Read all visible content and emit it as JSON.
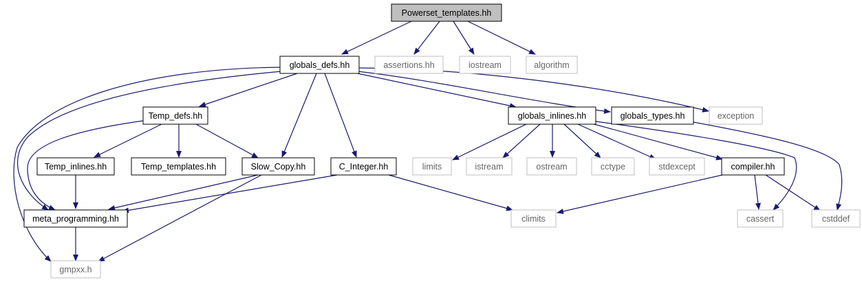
{
  "graph": {
    "title": "Powerset_templates.hh",
    "colors": {
      "edge": "#191970",
      "root_fill": "#bfbfbf",
      "node_border": "#000000",
      "external_border": "#bfbfbf",
      "external_text": "#666666"
    },
    "nodes": {
      "powerset_templates": "Powerset_templates.hh",
      "globals_defs": "globals_defs.hh",
      "assertions": "assertions.hh",
      "iostream": "iostream",
      "algorithm": "algorithm",
      "temp_defs": "Temp_defs.hh",
      "globals_inlines": "globals_inlines.hh",
      "globals_types": "globals_types.hh",
      "exception": "exception",
      "temp_inlines": "Temp_inlines.hh",
      "temp_templates": "Temp_templates.hh",
      "slow_copy": "Slow_Copy.hh",
      "c_integer": "C_Integer.hh",
      "limits": "limits",
      "istream": "istream",
      "ostream": "ostream",
      "cctype": "cctype",
      "stdexcept": "stdexcept",
      "compiler": "compiler.hh",
      "meta_programming": "meta_programming.hh",
      "climits": "climits",
      "cassert": "cassert",
      "cstddef": "cstddef",
      "gmpxx": "gmpxx.h"
    }
  }
}
